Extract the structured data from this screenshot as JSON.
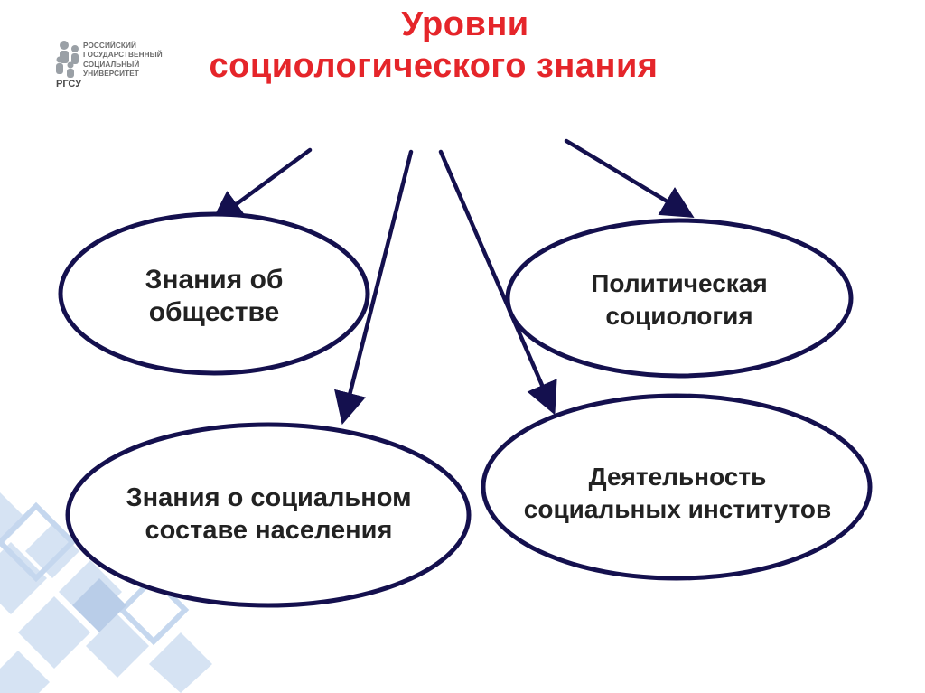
{
  "logo": {
    "name_lines": [
      "РОССИЙСКИЙ",
      "ГОСУДАРСТВЕННЫЙ",
      "СОЦИАЛЬНЫЙ",
      "УНИВЕРСИТЕТ"
    ],
    "abbr": "РГСУ"
  },
  "title": {
    "line1": "Уровни",
    "line2": "социологического знания"
  },
  "nodes": [
    {
      "id": "society",
      "lines": [
        "Знания об",
        "обществе"
      ]
    },
    {
      "id": "political",
      "lines": [
        "Политическая",
        "социология"
      ]
    },
    {
      "id": "population",
      "lines": [
        "Знания о социальном",
        "составе населения"
      ]
    },
    {
      "id": "institutions",
      "lines": [
        "Деятельность",
        "социальных институтов"
      ]
    }
  ],
  "colors": {
    "title": "#e5252a",
    "outline": "#14104e",
    "decor": "#c9d9ef"
  }
}
